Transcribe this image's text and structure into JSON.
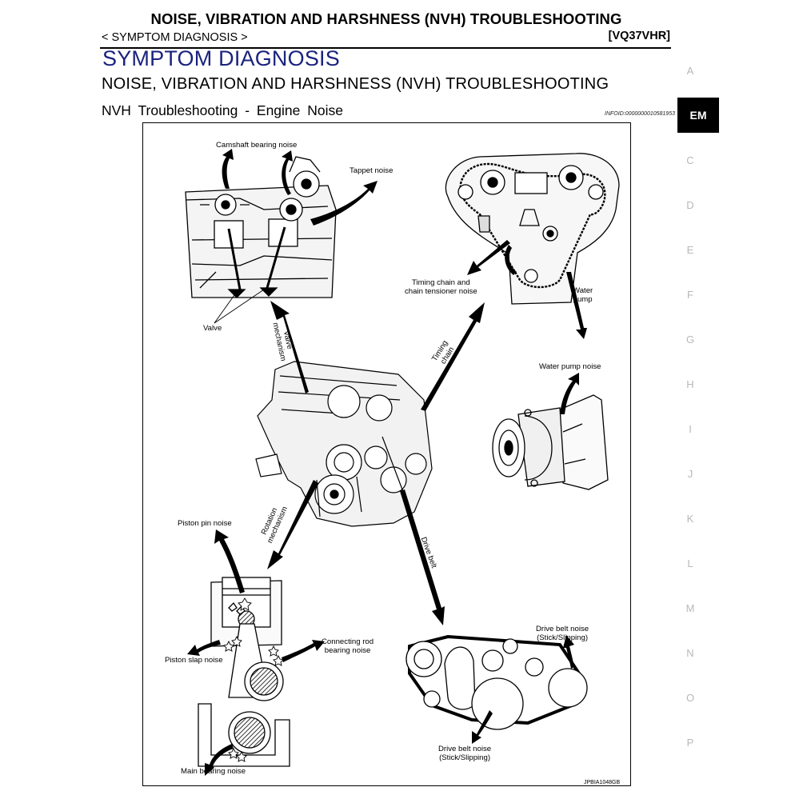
{
  "header": {
    "title": "NOISE, VIBRATION AND HARSHNESS (NVH) TROUBLESHOOTING",
    "breadcrumb": "< SYMPTOM DIAGNOSIS >",
    "engine_code": "[VQ37VHR]"
  },
  "section": {
    "title": "SYMPTOM DIAGNOSIS",
    "subtitle": "NOISE, VIBRATION AND HARSHNESS (NVH) TROUBLESHOOTING",
    "topic": "NVH  Troubleshooting  -  Engine  Noise",
    "info_id": "INFOID:0000000010581953"
  },
  "figure": {
    "labels": {
      "camshaft_bearing_noise": "Camshaft bearing noise",
      "tappet_noise": "Tappet noise",
      "valve": "Valve",
      "valve_mechanism_1": "Valve",
      "valve_mechanism_2": "mechanism",
      "timing_chain_1": "Timing",
      "timing_chain_2": "chain",
      "timing_chain_noise_1": "Timing chain and",
      "timing_chain_noise_2": "chain tensioner noise",
      "water_pump_1": "Water",
      "water_pump_2": "pump",
      "water_pump_noise": "Water pump noise",
      "piston_pin_noise": "Piston pin noise",
      "rotation_mechanism_1": "Rotation",
      "rotation_mechanism_2": "mechanism",
      "drive_belt": "Drive belt",
      "piston_slap_noise": "Piston slap noise",
      "connecting_rod_1": "Connecting rod",
      "connecting_rod_2": "bearing noise",
      "main_bearing_noise": "Main bearing noise",
      "drive_belt_noise_top_1": "Drive belt noise",
      "drive_belt_noise_top_2": "(Stick/Slipping)",
      "drive_belt_noise_bottom_1": "Drive belt noise",
      "drive_belt_noise_bottom_2": "(Stick/Slipping)"
    },
    "figure_code": "JPBIA1048GB"
  },
  "sidebar": {
    "active_tab": "EM",
    "letters": [
      "A",
      "C",
      "D",
      "E",
      "F",
      "G",
      "H",
      "I",
      "J",
      "K",
      "L",
      "M",
      "N",
      "O",
      "P"
    ]
  }
}
